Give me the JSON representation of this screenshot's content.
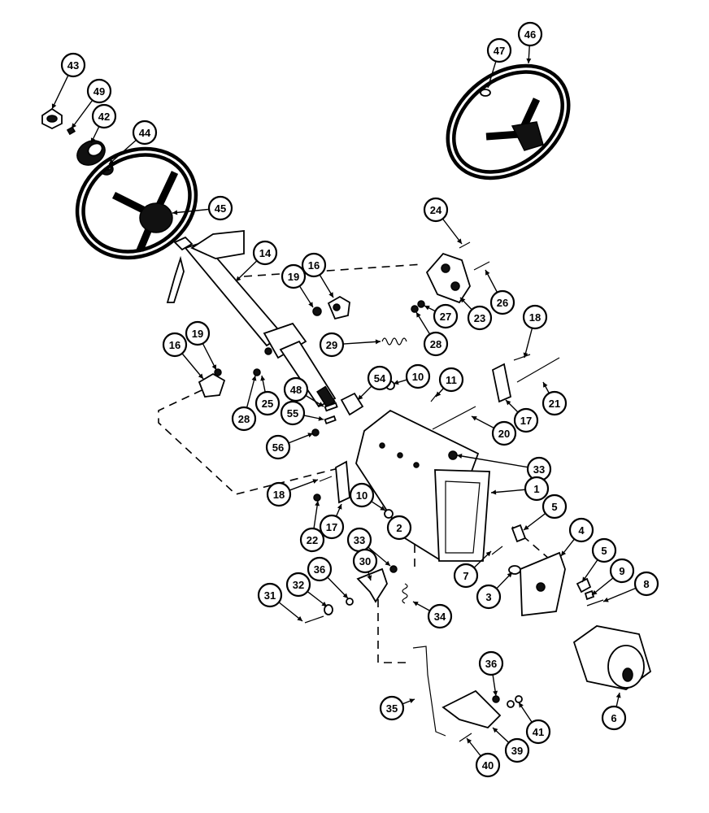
{
  "colors": {
    "ink": "#000000",
    "paper": "#ffffff"
  },
  "diagram": {
    "type": "exploded parts diagram",
    "callouts": [
      {
        "id": "c43",
        "label": "43"
      },
      {
        "id": "c49",
        "label": "49"
      },
      {
        "id": "c42",
        "label": "42"
      },
      {
        "id": "c44",
        "label": "44"
      },
      {
        "id": "c45",
        "label": "45"
      },
      {
        "id": "c46",
        "label": "46"
      },
      {
        "id": "c47",
        "label": "47"
      },
      {
        "id": "c14",
        "label": "14"
      },
      {
        "id": "c19a",
        "label": "19"
      },
      {
        "id": "c16a",
        "label": "16"
      },
      {
        "id": "c24",
        "label": "24"
      },
      {
        "id": "c26",
        "label": "26"
      },
      {
        "id": "c23",
        "label": "23"
      },
      {
        "id": "c27",
        "label": "27"
      },
      {
        "id": "c28a",
        "label": "28"
      },
      {
        "id": "c29",
        "label": "29"
      },
      {
        "id": "c18a",
        "label": "18"
      },
      {
        "id": "c21",
        "label": "21"
      },
      {
        "id": "c17a",
        "label": "17"
      },
      {
        "id": "c16b",
        "label": "16"
      },
      {
        "id": "c19b",
        "label": "19"
      },
      {
        "id": "c28b",
        "label": "28"
      },
      {
        "id": "c25",
        "label": "25"
      },
      {
        "id": "c48",
        "label": "48"
      },
      {
        "id": "c54",
        "label": "54"
      },
      {
        "id": "c10a",
        "label": "10"
      },
      {
        "id": "c11",
        "label": "11"
      },
      {
        "id": "c55",
        "label": "55"
      },
      {
        "id": "c56",
        "label": "56"
      },
      {
        "id": "c20",
        "label": "20"
      },
      {
        "id": "c33a",
        "label": "33"
      },
      {
        "id": "c1",
        "label": "1"
      },
      {
        "id": "c18b",
        "label": "18"
      },
      {
        "id": "c10b",
        "label": "10"
      },
      {
        "id": "c5a",
        "label": "5"
      },
      {
        "id": "c4",
        "label": "4"
      },
      {
        "id": "c22",
        "label": "22"
      },
      {
        "id": "c17b",
        "label": "17"
      },
      {
        "id": "c2",
        "label": "2"
      },
      {
        "id": "c33b",
        "label": "33"
      },
      {
        "id": "c30",
        "label": "30"
      },
      {
        "id": "c36a",
        "label": "36"
      },
      {
        "id": "c32",
        "label": "32"
      },
      {
        "id": "c31",
        "label": "31"
      },
      {
        "id": "c7",
        "label": "7"
      },
      {
        "id": "c3",
        "label": "3"
      },
      {
        "id": "c5b",
        "label": "5"
      },
      {
        "id": "c9",
        "label": "9"
      },
      {
        "id": "c8",
        "label": "8"
      },
      {
        "id": "c34",
        "label": "34"
      },
      {
        "id": "c36b",
        "label": "36"
      },
      {
        "id": "c35",
        "label": "35"
      },
      {
        "id": "c41",
        "label": "41"
      },
      {
        "id": "c6",
        "label": "6"
      },
      {
        "id": "c39",
        "label": "39"
      },
      {
        "id": "c40",
        "label": "40"
      }
    ]
  }
}
